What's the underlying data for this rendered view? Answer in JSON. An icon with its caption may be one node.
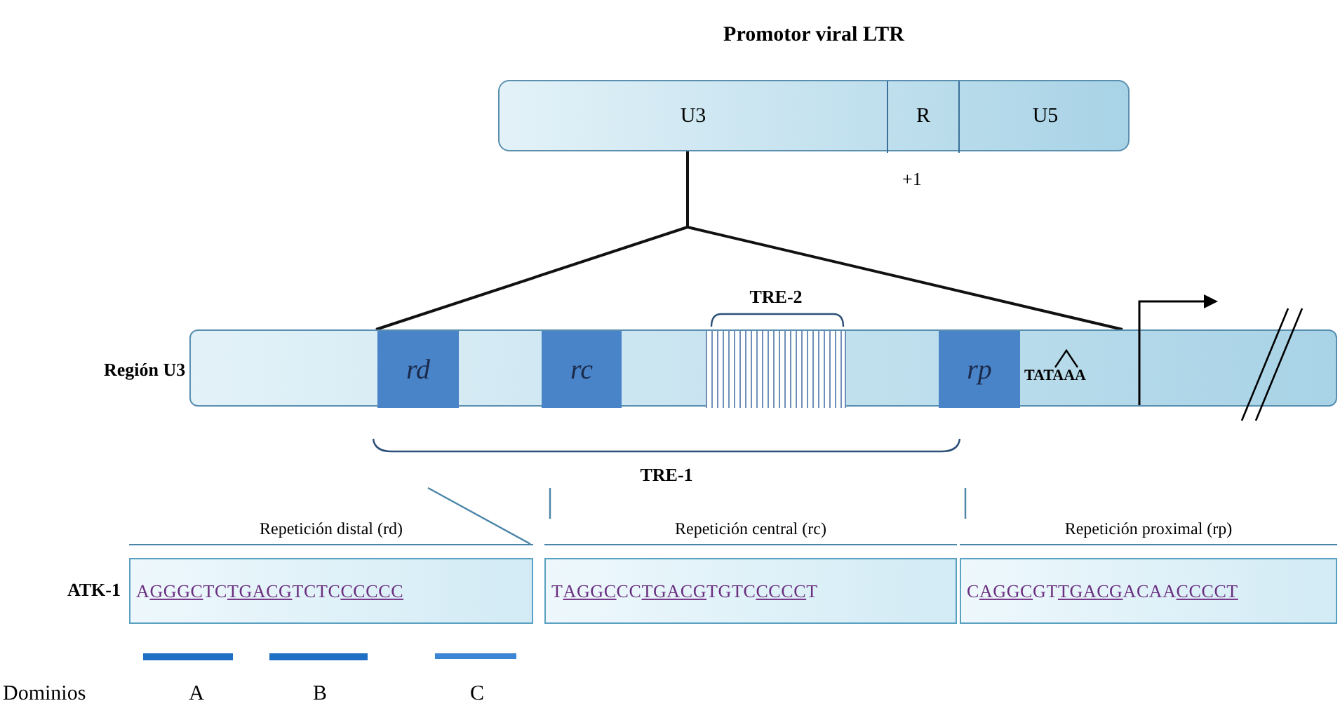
{
  "diagram": {
    "nodes": [
      {
        "text": [
          "Promotor viral LTR"
        ]
      },
      {
        "text": [
          "U3"
        ],
        "in": 0
      },
      {
        "text": [
          "R"
        ],
        "in": 0,
        "beside": [
          "+1"
        ]
      },
      {
        "text": [
          "U5"
        ],
        "in": 0
      },
      {
        "text": [
          "Región U3"
        ]
      },
      {
        "text": [
          "rd"
        ],
        "in": 4
      },
      {
        "text": [
          "rc"
        ],
        "in": 4
      },
      {
        "text": [
          "TRE-2"
        ],
        "in": 4
      },
      {
        "text": [
          "rp"
        ],
        "in": 4
      },
      {
        "text": [
          "TRE-1"
        ]
      },
      {
        "text": [
          "Repetición distal (rd)",
          "AGGGCTCTGACGTCTCCCCCC"
        ]
      },
      {
        "text": [
          "Repetición central (rc)",
          "TAGGCCCTGACGTGTCCCCCT"
        ]
      },
      {
        "text": [
          "Repetición proximal  (rp)",
          "CAGGCGTTGACGACAACCCCT"
        ]
      }
    ],
    "edges": [
      {
        "from": 1,
        "to": 4,
        "arrow": "none",
        "color": "#111111"
      },
      {
        "from": 9,
        "to": 10,
        "arrow": "none"
      },
      {
        "from": 9,
        "to": 11,
        "arrow": "none"
      },
      {
        "from": 9,
        "to": 12,
        "arrow": "none"
      }
    ],
    "labels": [
      "TATAAA",
      "ATK-1",
      "Dominios",
      "A",
      "B",
      "C"
    ]
  }
}
